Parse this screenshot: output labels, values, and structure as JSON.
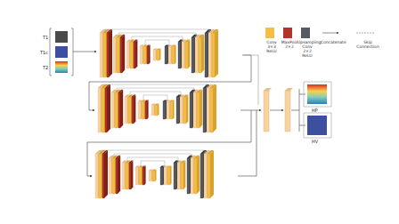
{
  "diagram": {
    "labels": [
      "T1",
      "T1c",
      "T2",
      "HP",
      "HV"
    ],
    "legend": [
      {
        "text": "Conv 3×3 ReLU",
        "color": "#f4bf45"
      },
      {
        "text": "MaxPool 2×2",
        "color": "#b3332a"
      },
      {
        "text": "Upsampling Conv 2×2 ReLU",
        "color": "#555b61"
      },
      {
        "text": "Concatenate"
      },
      {
        "text": "Skip Connection"
      }
    ]
  }
}
